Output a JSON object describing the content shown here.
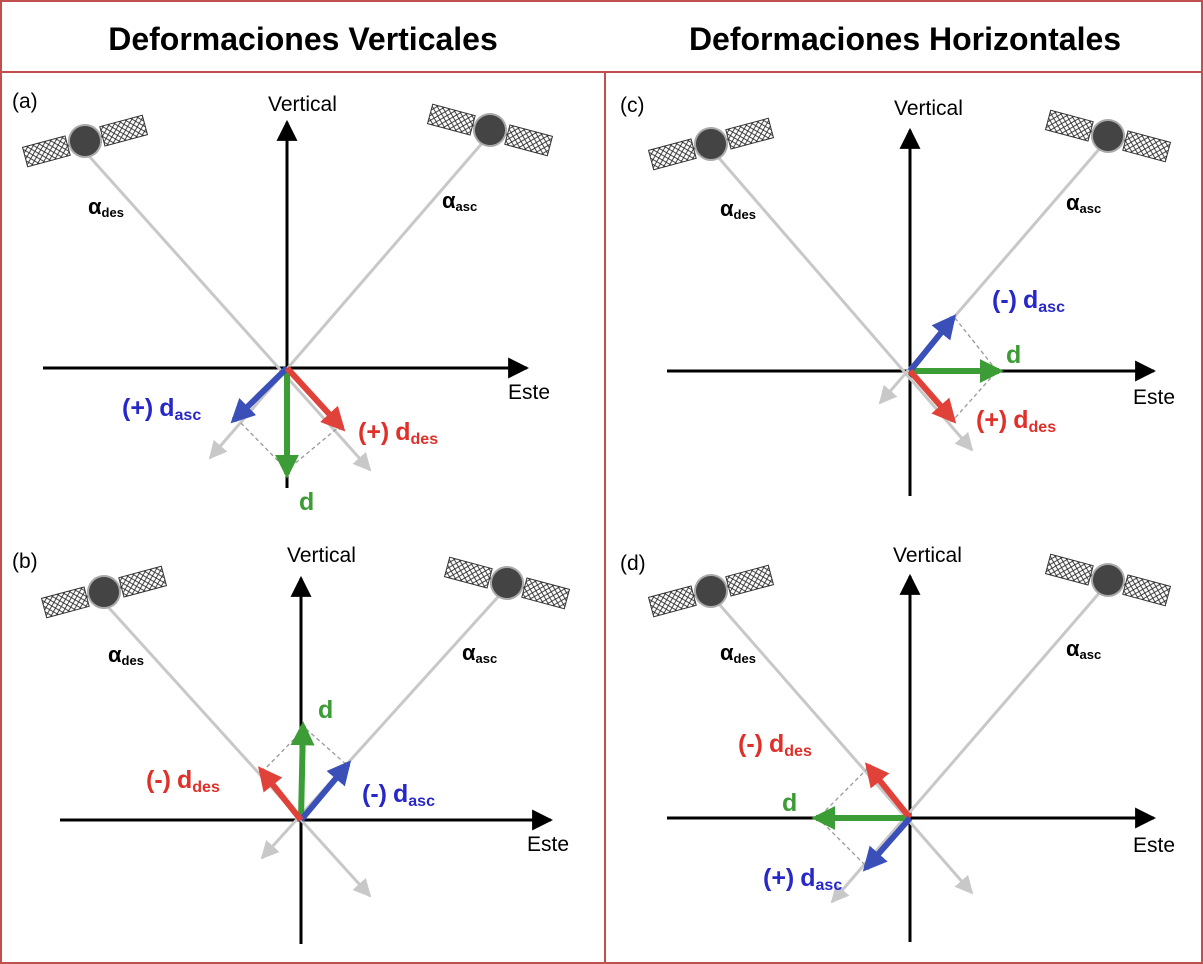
{
  "headers": {
    "left": "Deformaciones Verticales",
    "right": "Deformaciones Horizontales"
  },
  "colors": {
    "frame": "#c0504d",
    "ascending": "#3a50b8",
    "descending": "#e0423a",
    "resultant": "#3c9c35",
    "line_of_sight": "#c8c8c8"
  },
  "axis_labels": {
    "vertical": "Vertical",
    "east": "Este"
  },
  "symbols": {
    "alpha": "α",
    "des_sub": "des",
    "asc_sub": "asc",
    "d": "d",
    "plus": "(+)",
    "minus": "(-)"
  },
  "panels": [
    {
      "id": "a",
      "label": "(a)",
      "asc": {
        "sign": "(+)",
        "direction": "away-from-satellite"
      },
      "des": {
        "sign": "(+)",
        "direction": "away-from-satellite"
      },
      "d": {
        "direction": "down"
      }
    },
    {
      "id": "b",
      "label": "(b)",
      "asc": {
        "sign": "(-)",
        "direction": "toward-satellite"
      },
      "des": {
        "sign": "(-)",
        "direction": "toward-satellite"
      },
      "d": {
        "direction": "up"
      }
    },
    {
      "id": "c",
      "label": "(c)",
      "asc": {
        "sign": "(-)",
        "direction": "toward-satellite"
      },
      "des": {
        "sign": "(+)",
        "direction": "away-from-satellite"
      },
      "d": {
        "direction": "east"
      }
    },
    {
      "id": "d",
      "label": "(d)",
      "asc": {
        "sign": "(+)",
        "direction": "away-from-satellite"
      },
      "des": {
        "sign": "(-)",
        "direction": "toward-satellite"
      },
      "d": {
        "direction": "west"
      }
    }
  ]
}
